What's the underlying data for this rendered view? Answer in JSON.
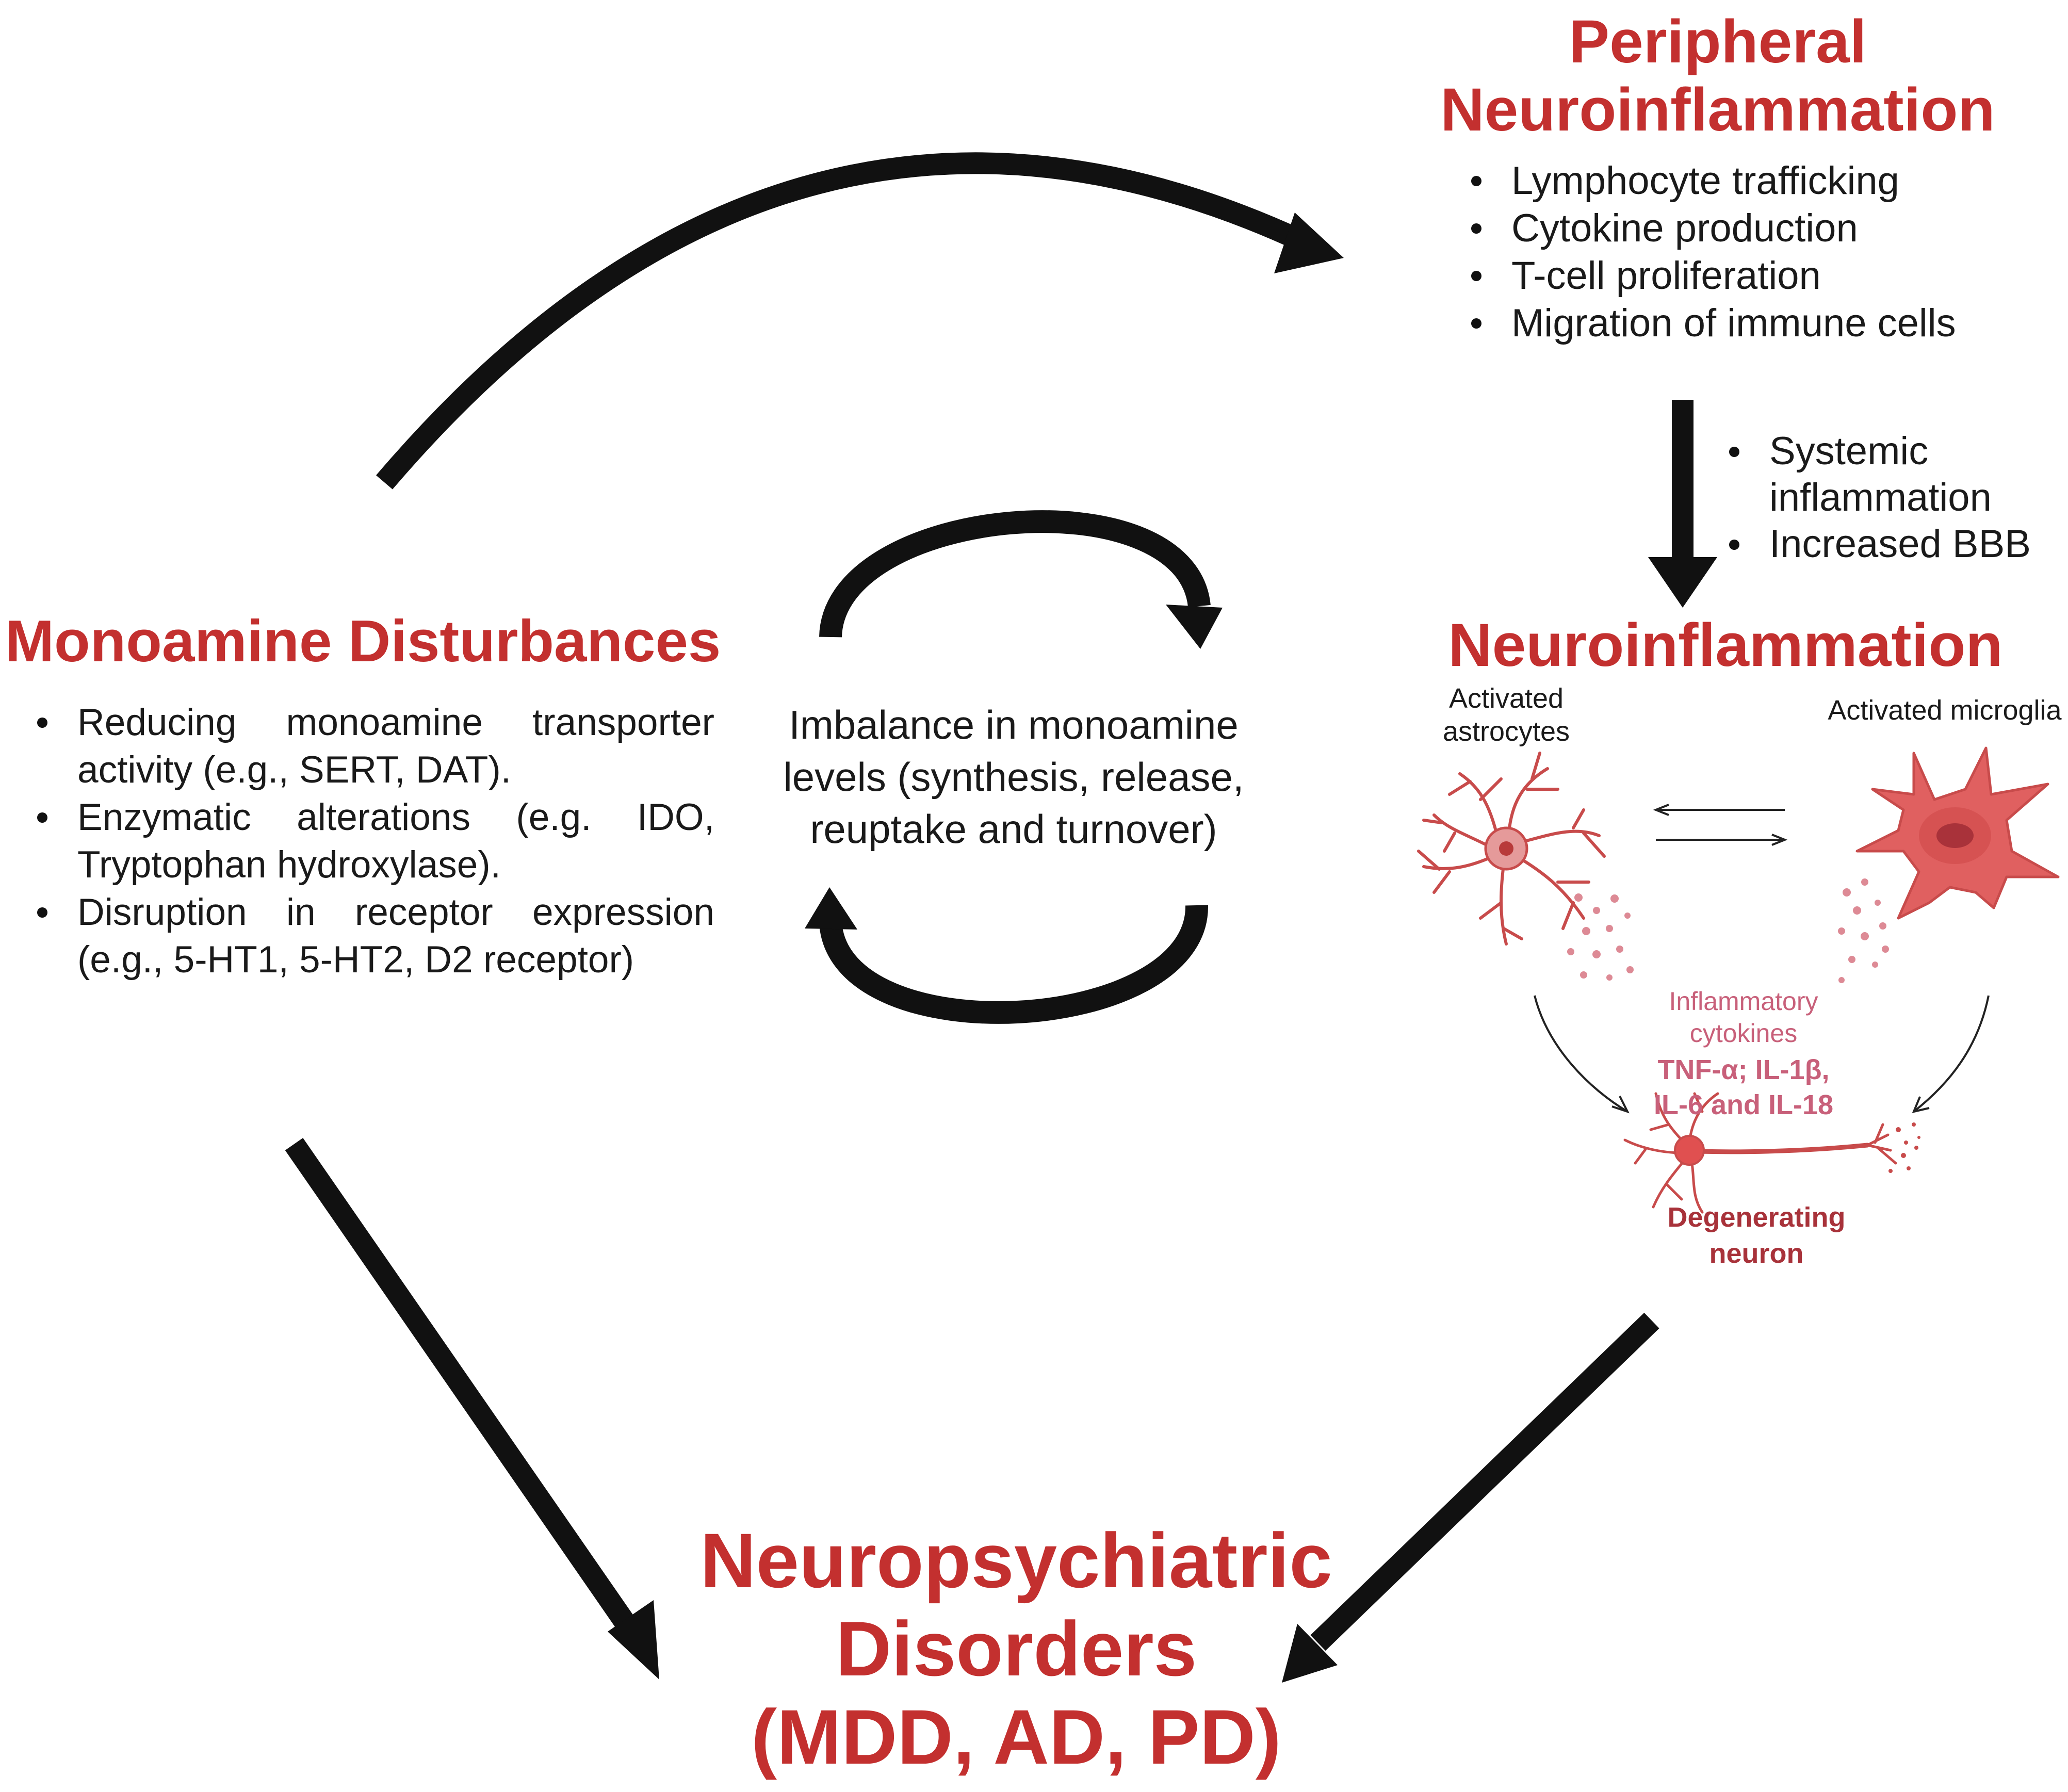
{
  "colors": {
    "heading_red": "#c3302f",
    "arrow_black": "#111111",
    "cell_fill": "#e06060",
    "cytokine_pink": "#c8607a",
    "neuron_label": "#a8323a"
  },
  "peripheral": {
    "title_line1": "Peripheral",
    "title_line2": "Neuroinflammation",
    "items": [
      "Lymphocyte trafficking",
      "Cytokine production",
      "T-cell proliferation",
      "Migration of immune cells"
    ]
  },
  "systemic": {
    "items": [
      "Systemic inflammation",
      "Increased BBB"
    ]
  },
  "neuroinflammation": {
    "title": "Neuroinflammation",
    "astrocytes_label_line1": "Activated",
    "astrocytes_label_line2": "astrocytes",
    "microglia_label": "Activated microglia",
    "cytokines_line1": "Inflammatory",
    "cytokines_line2": "cytokines",
    "cytokines_list_line1": "TNF-α; IL-1β,",
    "cytokines_list_line2": "IL-6 and IL-18",
    "neuron_line1": "Degenerating",
    "neuron_line2": "neuron"
  },
  "monoamine": {
    "title": "Monoamine Disturbances",
    "items": [
      "Reducing monoamine transporter activity (e.g., SERT, DAT).",
      "Enzymatic alterations (e.g. IDO, Tryptophan hydroxylase).",
      "Disruption in receptor expression (e.g., 5-HT1, 5-HT2, D2 receptor)"
    ]
  },
  "center": {
    "text": "Imbalance in monoamine levels (synthesis, release, reuptake and turnover)"
  },
  "outcome": {
    "line1": "Neuropsychiatric",
    "line2": "Disorders",
    "line3": "(MDD, AD, PD)"
  },
  "icons": [
    "astrocyte-icon",
    "microglia-icon",
    "degenerating-neuron-icon",
    "cytokine-particles-icon",
    "equilibrium-arrows-icon"
  ]
}
